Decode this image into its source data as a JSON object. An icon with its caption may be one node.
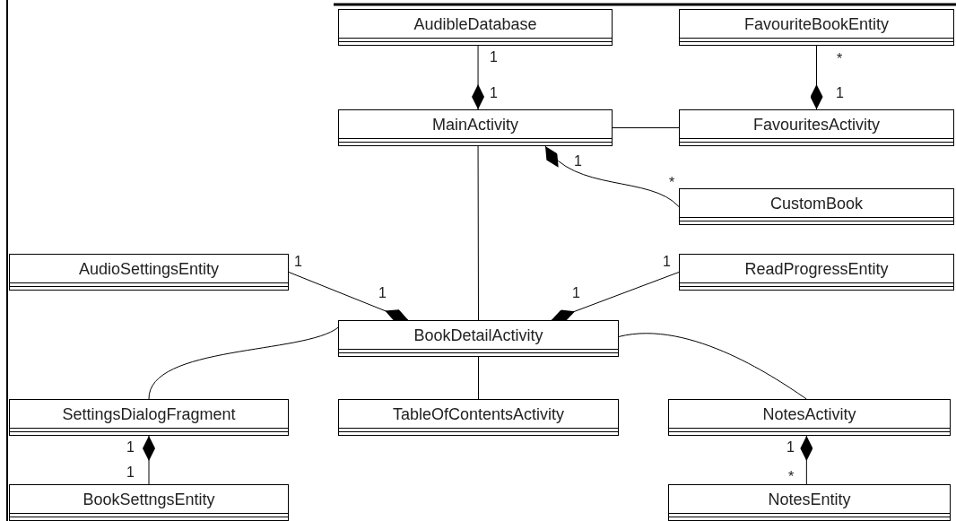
{
  "diagram": {
    "nodes": [
      {
        "text": [
          "AudibleDatabase"
        ]
      },
      {
        "text": [
          "FavouriteBookEntity"
        ]
      },
      {
        "text": [
          "MainActivity"
        ]
      },
      {
        "text": [
          "FavouritesActivity"
        ]
      },
      {
        "text": [
          "CustomBook"
        ]
      },
      {
        "text": [
          "AudioSettingsEntity"
        ]
      },
      {
        "text": [
          "ReadProgressEntity"
        ]
      },
      {
        "text": [
          "BookDetailActivity"
        ]
      },
      {
        "text": [
          "SettingsDialogFragment"
        ]
      },
      {
        "text": [
          "TableOfContentsActivity"
        ]
      },
      {
        "text": [
          "NotesActivity"
        ]
      },
      {
        "text": [
          "BookSettngsEntity"
        ]
      },
      {
        "text": [
          "NotesEntity"
        ]
      }
    ],
    "edges": [
      {
        "from": 0,
        "to": 2,
        "arrow": "other"
      },
      {
        "from": 1,
        "to": 3,
        "arrow": "other"
      },
      {
        "from": 2,
        "to": 3,
        "arrow": "none"
      },
      {
        "from": 4,
        "to": 2,
        "arrow": "other"
      },
      {
        "from": 2,
        "to": 7,
        "arrow": "none"
      },
      {
        "from": 5,
        "to": 7,
        "arrow": "other"
      },
      {
        "from": 6,
        "to": 7,
        "arrow": "other"
      },
      {
        "from": 7,
        "to": 8,
        "arrow": "none"
      },
      {
        "from": 7,
        "to": 9,
        "arrow": "none"
      },
      {
        "from": 7,
        "to": 10,
        "arrow": "none"
      },
      {
        "from": 11,
        "to": 8,
        "arrow": "other"
      },
      {
        "from": 12,
        "to": 10,
        "arrow": "other"
      }
    ],
    "labels": [
      "1",
      "*",
      "1",
      "1",
      "1",
      "*",
      "1",
      "1",
      "1",
      "1",
      "1",
      "1",
      "1",
      "*"
    ]
  }
}
